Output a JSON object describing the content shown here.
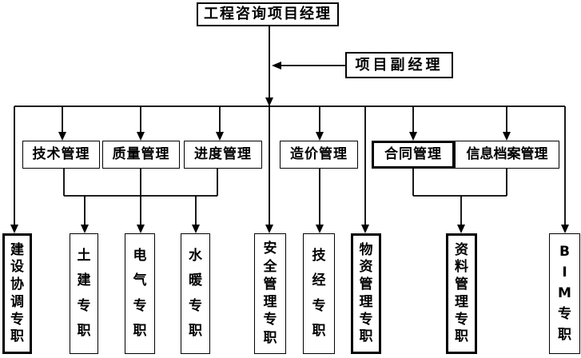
{
  "diagram": {
    "root": {
      "label": "工程咨询项目经理"
    },
    "deputy": {
      "label": "项目副经理"
    },
    "departments": [
      {
        "label": "技术管理"
      },
      {
        "label": "质量管理"
      },
      {
        "label": "进度管理"
      },
      {
        "label": "造价管理"
      },
      {
        "label": "合同管理"
      },
      {
        "label": "信息档案管理"
      }
    ],
    "specialists": [
      {
        "label": "建设协调专职"
      },
      {
        "label": "土建专职"
      },
      {
        "label": "电气专职"
      },
      {
        "label": "水暖专职"
      },
      {
        "label": "安全管理专职"
      },
      {
        "label": "技经专职"
      },
      {
        "label": "物资管理专职"
      },
      {
        "label": "资料管理专职"
      },
      {
        "label": "BIM专职"
      }
    ],
    "colors": {
      "line": "#000000",
      "background": "#ffffff",
      "text": "#000000"
    }
  }
}
